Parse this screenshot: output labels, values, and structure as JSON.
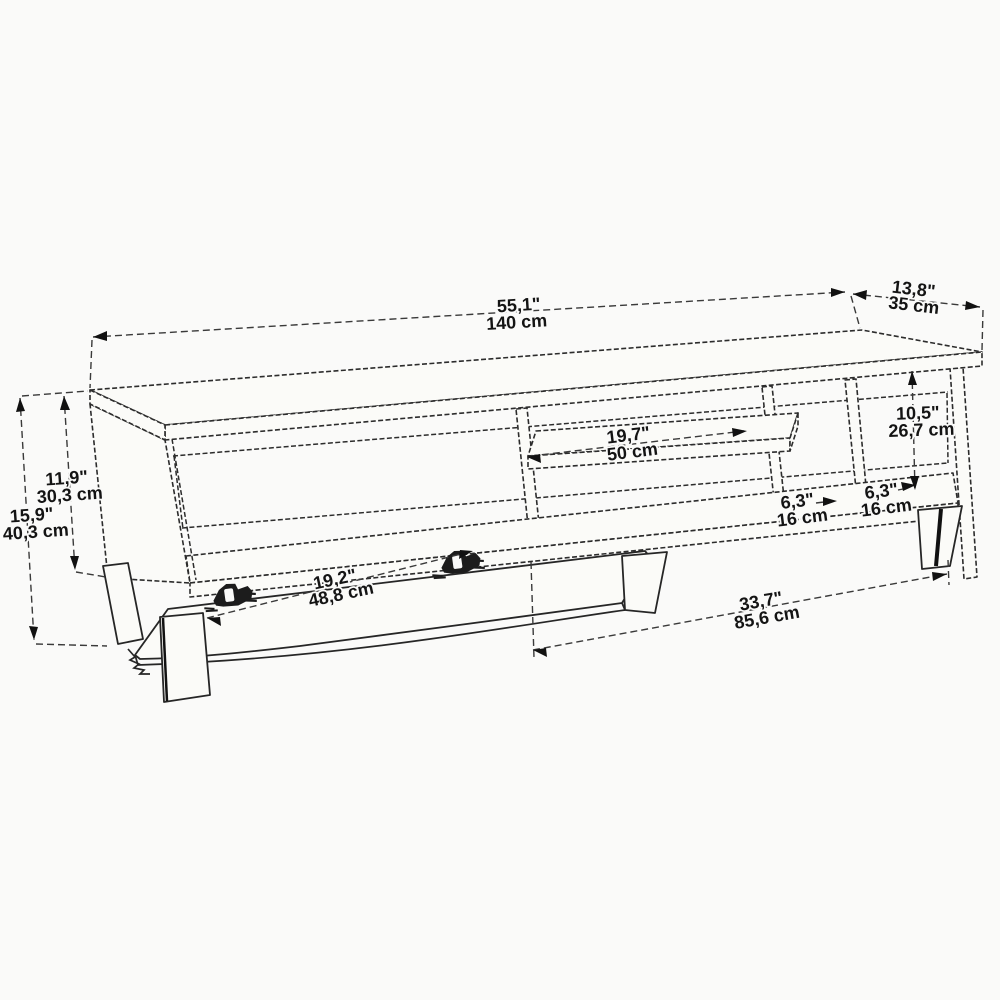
{
  "drawing": {
    "background": "#fafaf9",
    "line_color": "#2c2c2c",
    "label_color": "#141414",
    "dimensions": {
      "top_width": {
        "inches": "55,1\"",
        "cm": "140 cm"
      },
      "top_depth": {
        "inches": "13,8\"",
        "cm": "35 cm"
      },
      "body_height": {
        "inches": "11,9\"",
        "cm": "30,3 cm"
      },
      "total_height": {
        "inches": "15,9\"",
        "cm": "40,3 cm"
      },
      "shelf_width": {
        "inches": "19,7\"",
        "cm": "50 cm"
      },
      "right_opening_height": {
        "inches": "10,5\"",
        "cm": "26,7 cm"
      },
      "niche_left": {
        "inches": "6,3\"",
        "cm": "16 cm"
      },
      "niche_right": {
        "inches": "6,3\"",
        "cm": "16 cm"
      },
      "door_width": {
        "inches": "19,2\"",
        "cm": "48,8 cm"
      },
      "base_width": {
        "inches": "33,7\"",
        "cm": "85,6 cm"
      }
    }
  }
}
